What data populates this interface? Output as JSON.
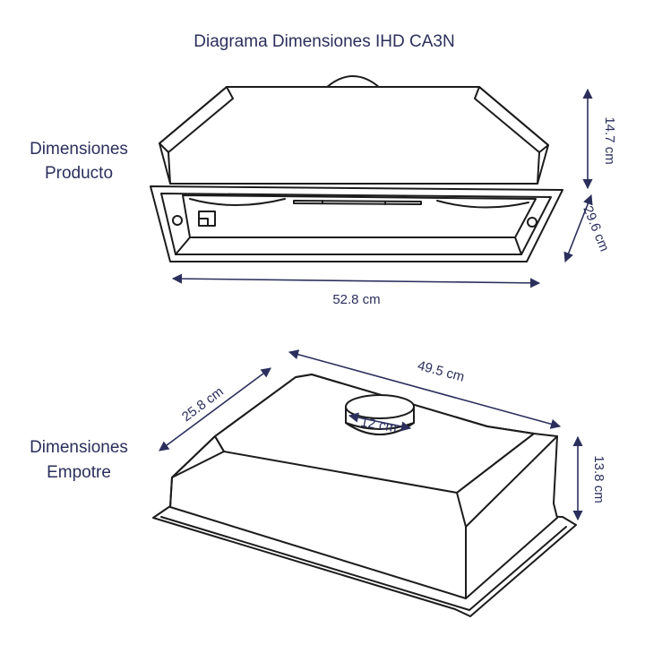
{
  "title": "Diagrama Dimensiones IHD CA3N",
  "sections": {
    "producto": {
      "label_line1": "Dimensiones",
      "label_line2": "Producto",
      "height": "14.7 cm",
      "depth": "29.6 cm",
      "width": "52.8 cm"
    },
    "empotre": {
      "label_line1": "Dimensiones",
      "label_line2": "Empotre",
      "depth": "25.8 cm",
      "width": "49.5 cm",
      "duct": "12 cm",
      "height": "13.8 cm"
    }
  },
  "colors": {
    "text": "#2b2f5c",
    "line": "#1c1c1c"
  }
}
